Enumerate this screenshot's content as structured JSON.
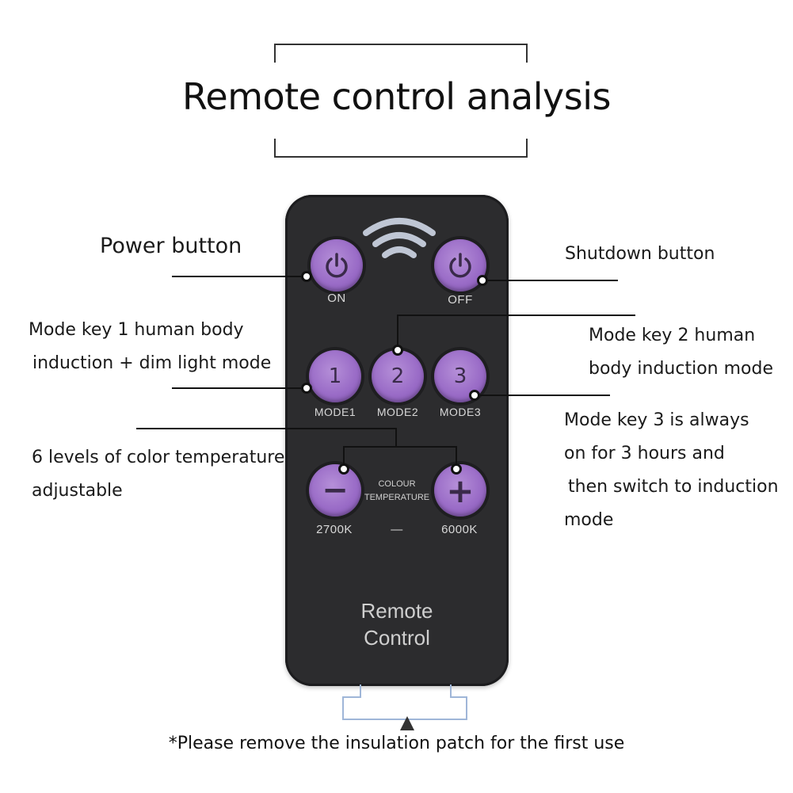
{
  "title": "Remote control analysis",
  "remote": {
    "on_label": "ON",
    "off_label": "OFF",
    "mode_buttons": [
      {
        "number": "1",
        "label": "MODE1"
      },
      {
        "number": "2",
        "label": "MODE2"
      },
      {
        "number": "3",
        "label": "MODE3"
      }
    ],
    "minus_symbol": "−",
    "plus_symbol": "+",
    "colour_line1": "COLOUR",
    "colour_line2": "TEMPERATURE",
    "low_temp": "2700K",
    "range_dash": "—",
    "high_temp": "6000K",
    "brand_line1": "Remote",
    "brand_line2": "Control"
  },
  "annotations": {
    "power": "Power button",
    "shutdown": "Shutdown button",
    "mode1_line1": "Mode key 1 human body",
    "mode1_line2": "induction + dim light mode",
    "mode2_line1": "Mode key 2 human",
    "mode2_line2": "body induction mode",
    "mode3_line1": "Mode key 3 is always",
    "mode3_line2": "on for 3 hours and",
    "mode3_line3": "then switch to induction",
    "mode3_line4": "mode",
    "color_line1": "6 levels of color temperature",
    "color_line2": "adjustable"
  },
  "footer_note": "*Please remove the insulation patch for the first use",
  "colors": {
    "button_purple": "#9a6cc7",
    "remote_body": "#2c2c2e",
    "text": "#111111"
  }
}
